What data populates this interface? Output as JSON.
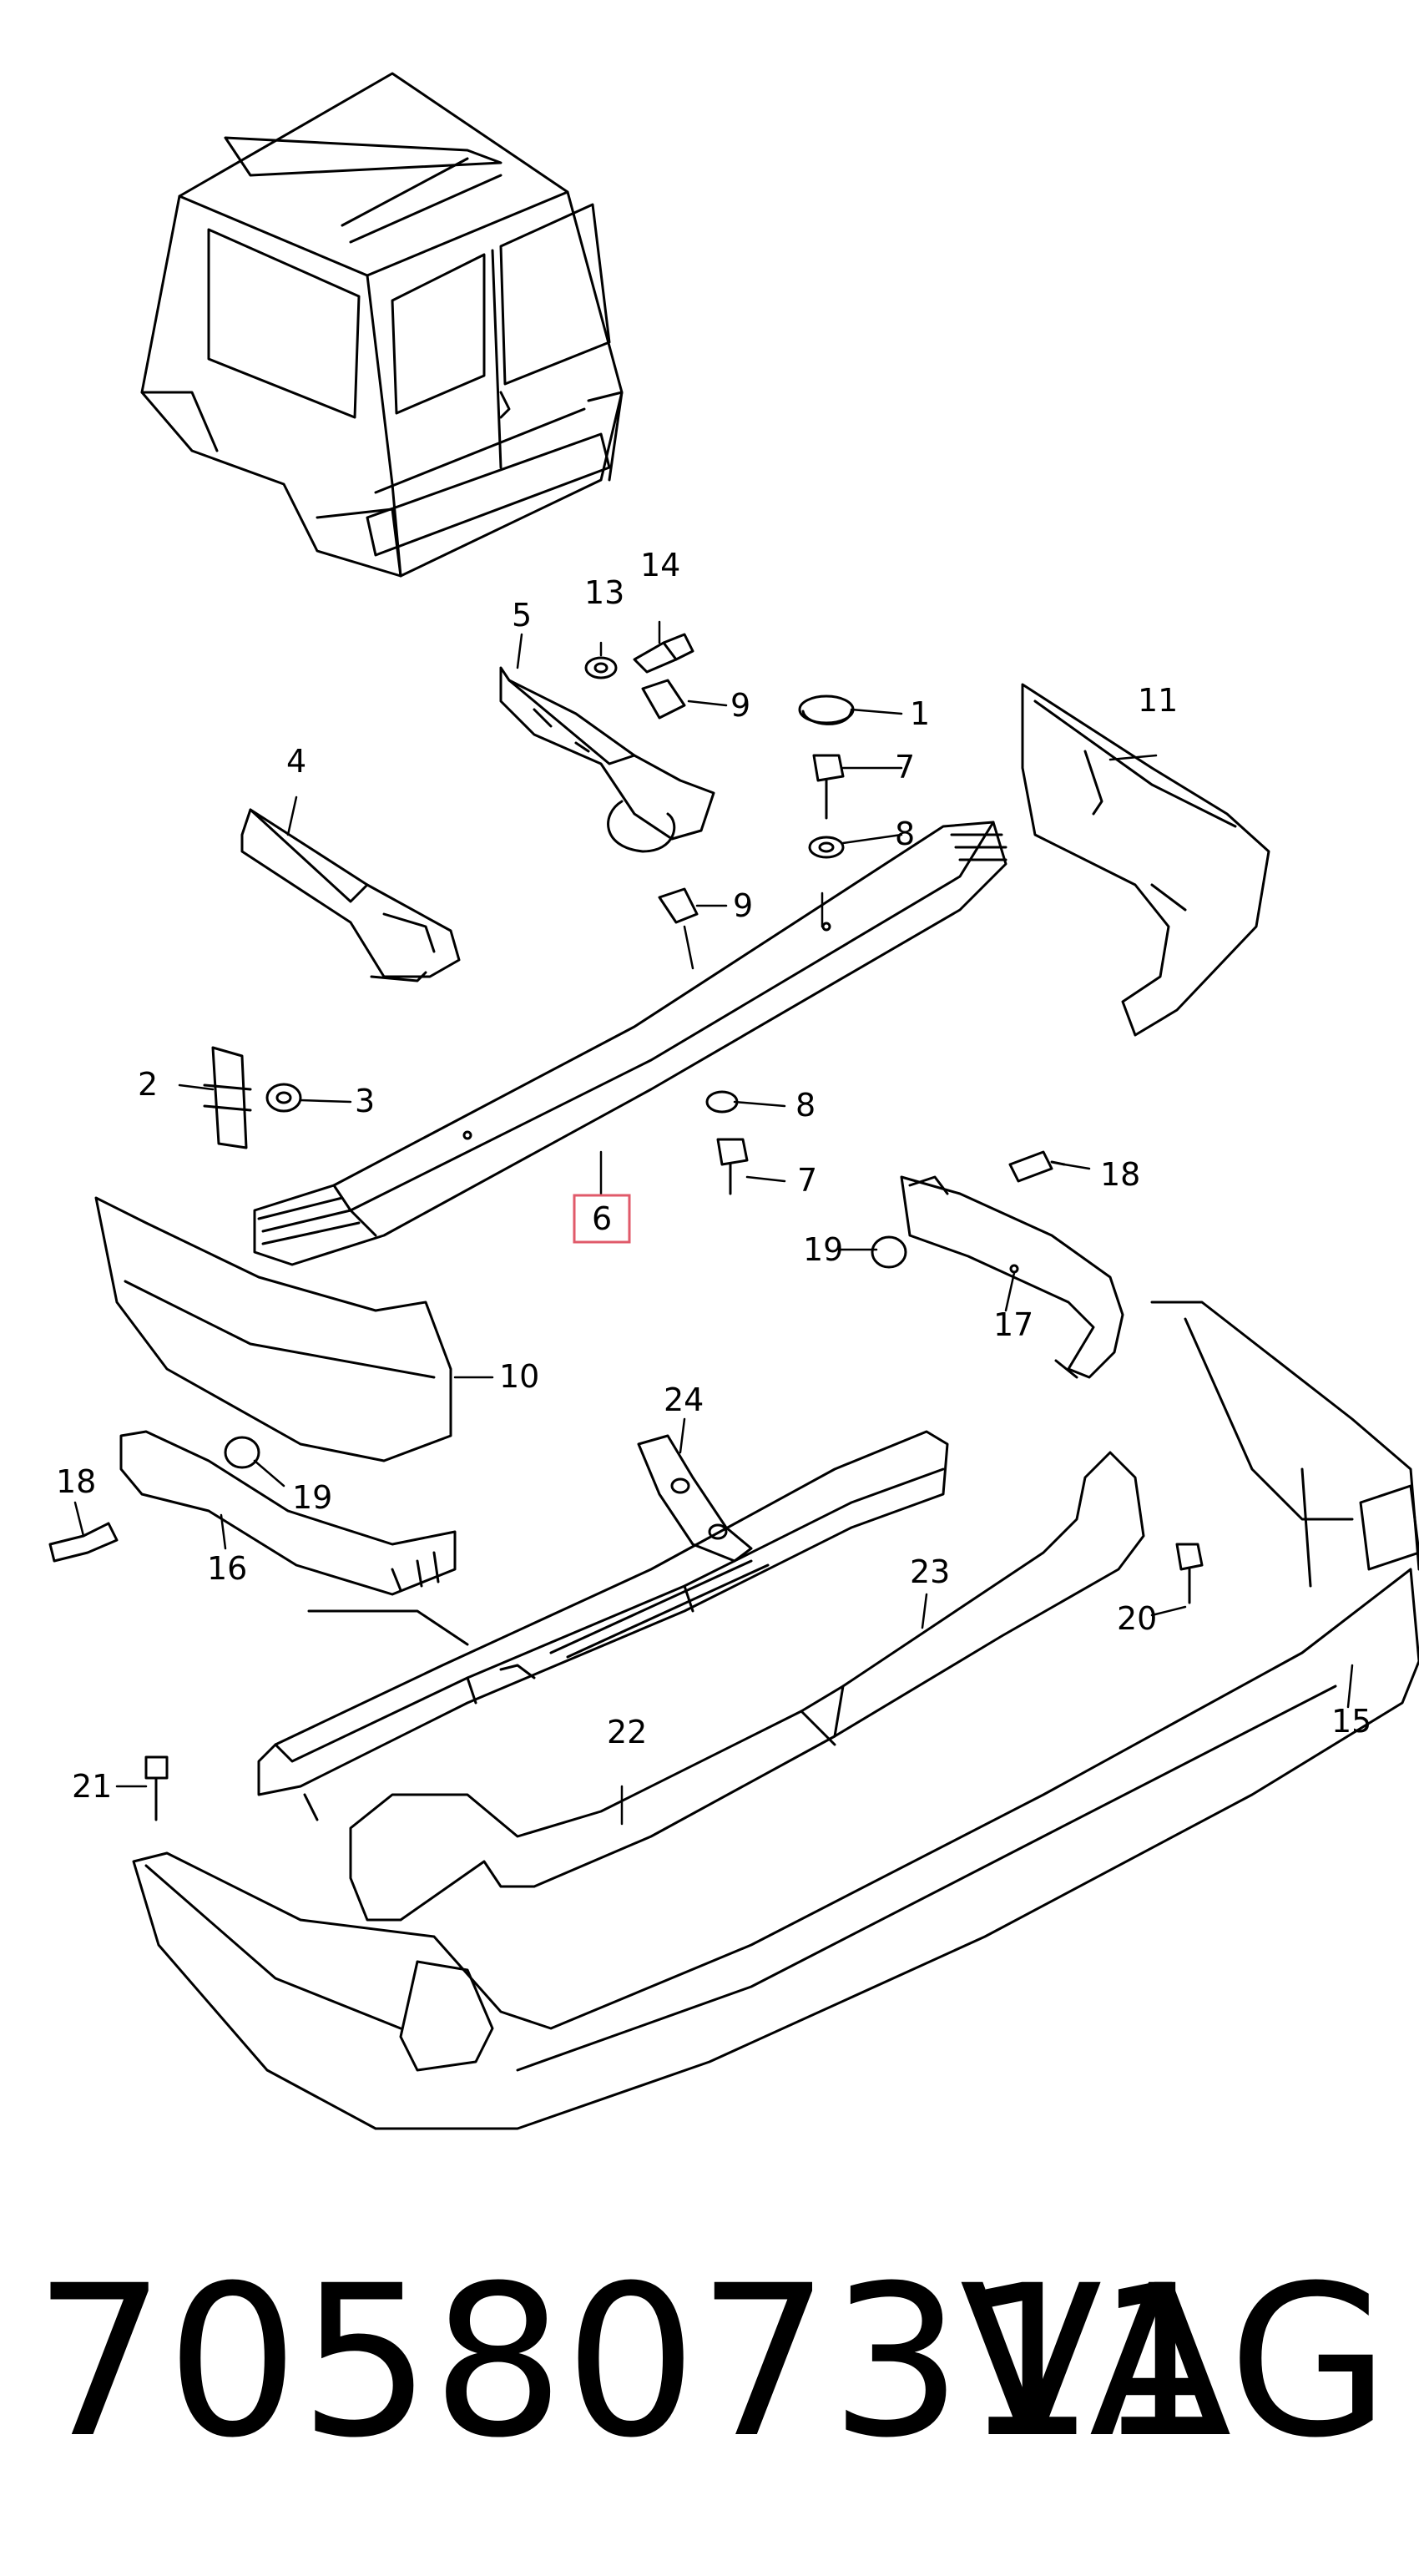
{
  "diagram": {
    "highlight_color": "#e05a6a",
    "line_color": "#000000",
    "highlighted_callout": "6",
    "callouts": [
      {
        "id": "1",
        "label": "1"
      },
      {
        "id": "2",
        "label": "2"
      },
      {
        "id": "3",
        "label": "3"
      },
      {
        "id": "4",
        "label": "4"
      },
      {
        "id": "5",
        "label": "5"
      },
      {
        "id": "6",
        "label": "6"
      },
      {
        "id": "7a",
        "label": "7"
      },
      {
        "id": "7b",
        "label": "7"
      },
      {
        "id": "8a",
        "label": "8"
      },
      {
        "id": "8b",
        "label": "8"
      },
      {
        "id": "9a",
        "label": "9"
      },
      {
        "id": "9b",
        "label": "9"
      },
      {
        "id": "10",
        "label": "10"
      },
      {
        "id": "11",
        "label": "11"
      },
      {
        "id": "13",
        "label": "13"
      },
      {
        "id": "14",
        "label": "14"
      },
      {
        "id": "15",
        "label": "15"
      },
      {
        "id": "16",
        "label": "16"
      },
      {
        "id": "17",
        "label": "17"
      },
      {
        "id": "18a",
        "label": "18"
      },
      {
        "id": "18b",
        "label": "18"
      },
      {
        "id": "19a",
        "label": "19"
      },
      {
        "id": "19b",
        "label": "19"
      },
      {
        "id": "20",
        "label": "20"
      },
      {
        "id": "21",
        "label": "21"
      },
      {
        "id": "22",
        "label": "22"
      },
      {
        "id": "23",
        "label": "23"
      },
      {
        "id": "24",
        "label": "24"
      }
    ]
  },
  "footer": {
    "part_number": "705807311",
    "brand": "VAG"
  }
}
